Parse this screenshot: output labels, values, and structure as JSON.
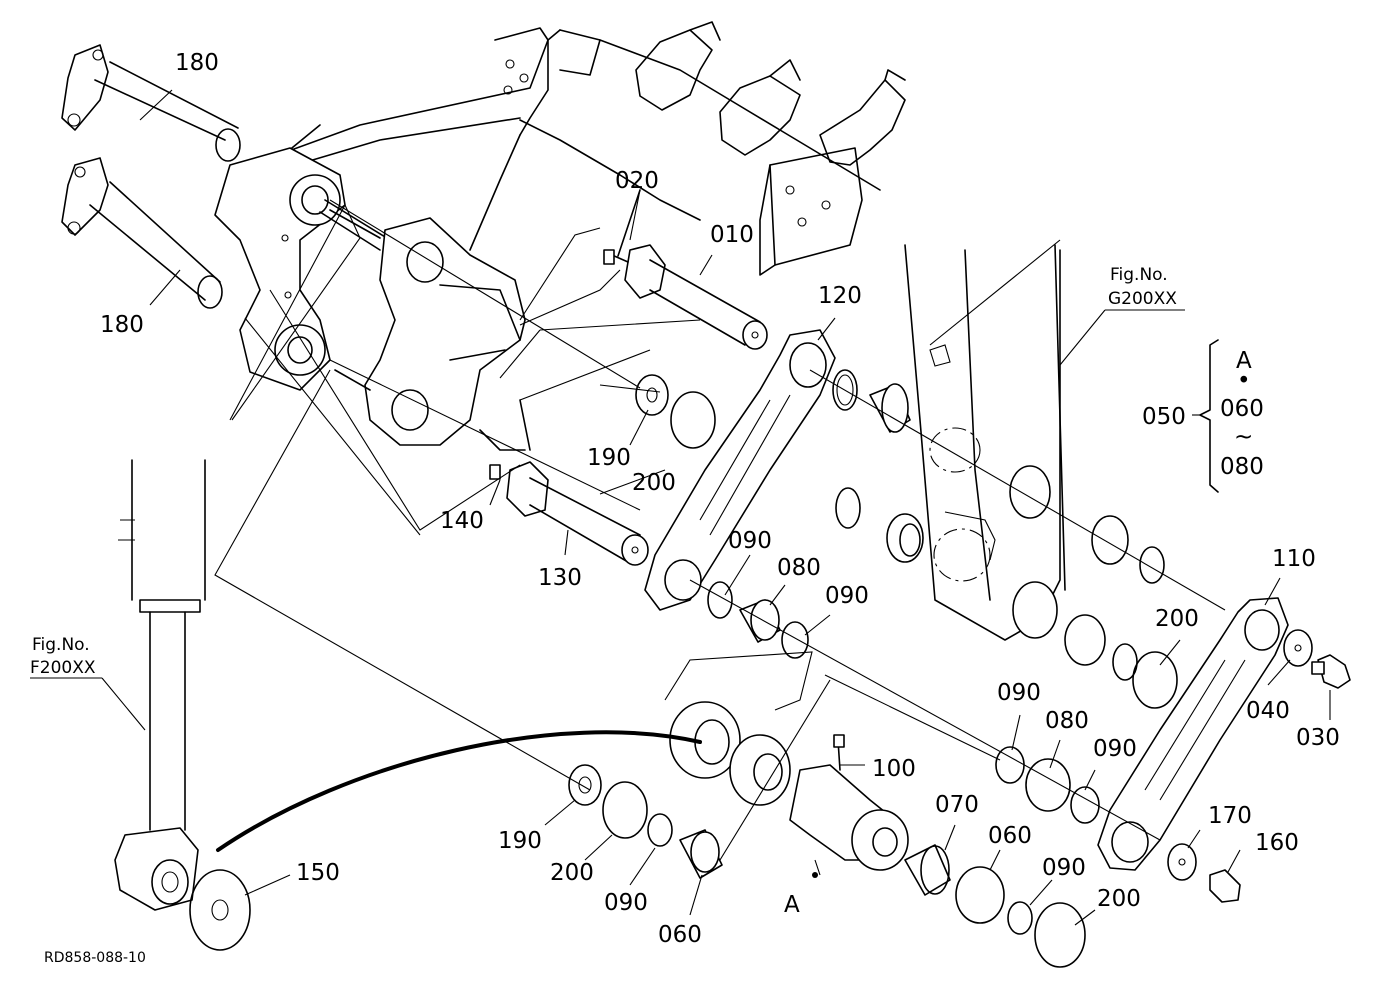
{
  "drawing_code": "RD858-088-10",
  "refs": {
    "fig_g": {
      "line1": "Fig.No.",
      "line2": "G200XX"
    },
    "fig_f": {
      "line1": "Fig.No.",
      "line2": "F200XX"
    }
  },
  "group": {
    "ref": "050",
    "top": "A",
    "dot": "•",
    "from": "060",
    "tilde": "~",
    "to": "080"
  },
  "detail_marker": "A",
  "parts": {
    "p180a": "180",
    "p180b": "180",
    "p020": "020",
    "p010": "010",
    "p120": "120",
    "p190a": "190",
    "p200a": "200",
    "p140": "140",
    "p130": "130",
    "p090a": "090",
    "p080a": "080",
    "p090b": "090",
    "p110": "110",
    "p200b": "200",
    "p040": "040",
    "p030": "030",
    "p090c": "090",
    "p080b": "080",
    "p090d": "090",
    "p100": "100",
    "p070": "070",
    "p060a": "060",
    "p090e": "090",
    "p200c": "200",
    "p170": "170",
    "p160": "160",
    "p190b": "190",
    "p200d": "200",
    "p090f": "090",
    "p060b": "060",
    "p150": "150"
  }
}
